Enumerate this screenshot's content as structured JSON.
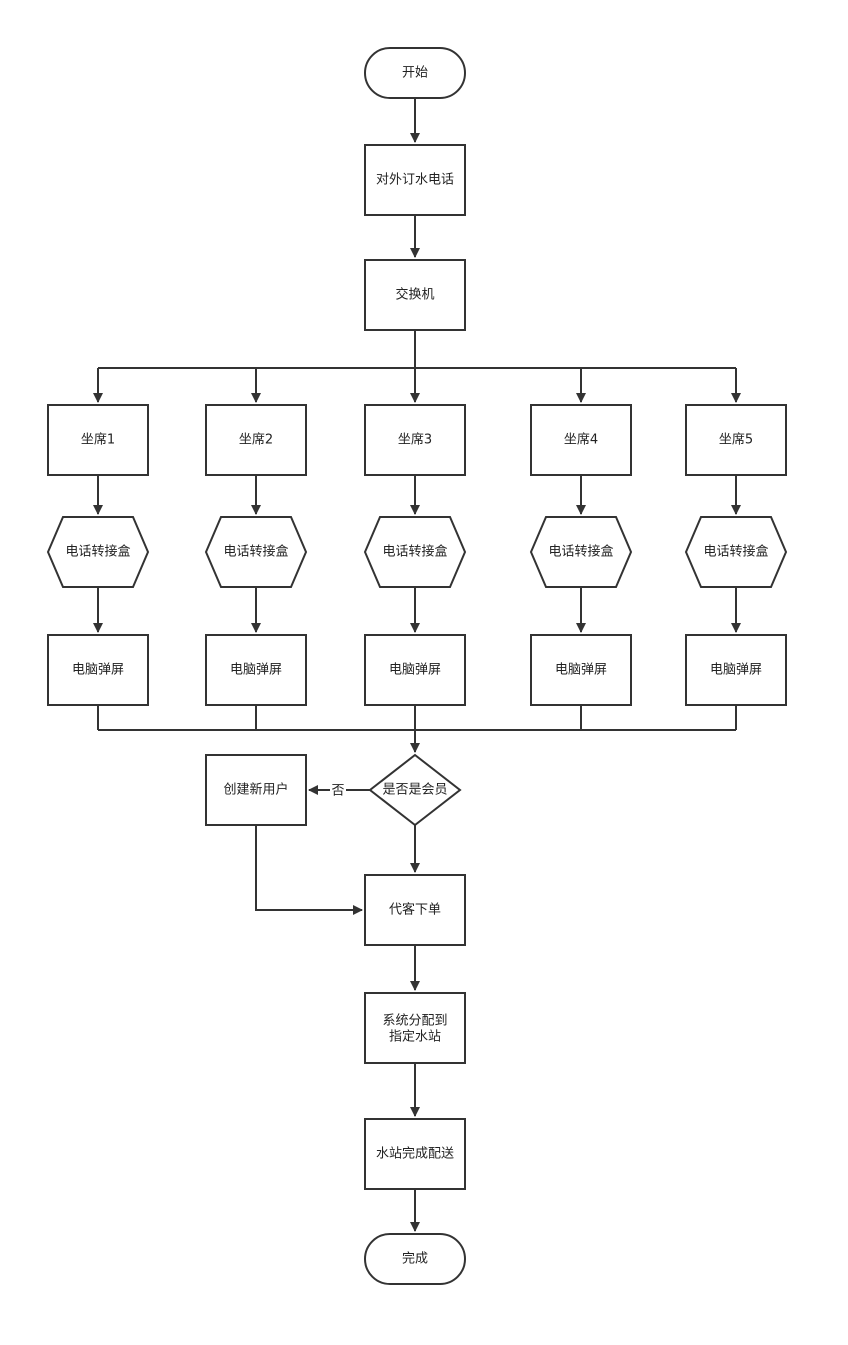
{
  "nodes": {
    "start": "开始",
    "external_call": "对外订水电话",
    "switchboard": "交换机",
    "seats": [
      "坐席1",
      "坐席2",
      "坐席3",
      "坐席4",
      "坐席5"
    ],
    "adapter": "电话转接盒",
    "popup": "电脑弹屏",
    "is_member": "是否是会员",
    "create_user": "创建新用户",
    "place_order": "代客下单",
    "assign_line1": "系统分配到",
    "assign_line2": "指定水站",
    "deliver": "水站完成配送",
    "end": "完成"
  },
  "edges": {
    "no_label": "否"
  },
  "colors": {
    "stroke": "#333333",
    "fill": "#ffffff",
    "text": "#222222"
  }
}
